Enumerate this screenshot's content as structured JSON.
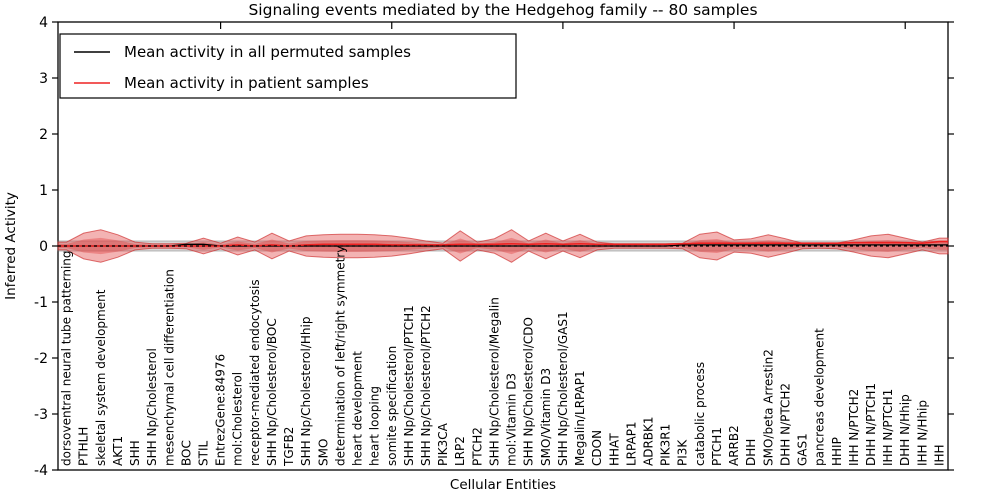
{
  "title": "Signaling events mediated by the Hedgehog family -- 80 samples",
  "axes": {
    "ylabel": "Inferred Activity",
    "xlabel": "Cellular Entities",
    "yticks": [
      4,
      3,
      2,
      1,
      0,
      -1,
      -2,
      -3,
      -4
    ],
    "ylim": [
      -4,
      4
    ],
    "grid": false
  },
  "legend": {
    "position": "upper-left",
    "items": [
      {
        "label": "Mean activity in all permuted samples",
        "color": "#000000"
      },
      {
        "label": "Mean activity in patient samples",
        "color": "#ee2222"
      }
    ]
  },
  "colors": {
    "patient_line": "#ee2222",
    "permuted_line": "#000000",
    "zero_line": "#000000",
    "red_band_fill": "rgba(226,66,66,0.40)",
    "red_band_stroke": "rgba(205,40,40,0.65)",
    "grey_band_fill": "rgba(120,120,120,0.30)",
    "grey_band_stroke": "rgba(100,100,100,0.45)"
  },
  "chart_data": {
    "type": "area",
    "title": "Signaling events mediated by the Hedgehog family -- 80 samples",
    "xlabel": "Cellular Entities",
    "ylabel": "Inferred Activity",
    "ylim": [
      -4,
      4
    ],
    "legend_position": "upper left",
    "categories": [
      "dorsoventral neural tube patterning",
      "PTHLH",
      "skeletal system development",
      "AKT1",
      "SHH",
      "SHH Np/Cholesterol",
      "mesenchymal cell differentiation",
      "BOC",
      "STIL",
      "EntrezGene:84976",
      "mol:Cholesterol",
      "receptor-mediated endocytosis",
      "SHH Np/Cholesterol/BOC",
      "TGFB2",
      "SHH Np/Cholesterol/Hhip",
      "SMO",
      "determination of left/right symmetry",
      "heart development",
      "heart looping",
      "somite specification",
      "SHH Np/Cholesterol/PTCH1",
      "SHH Np/Cholesterol/PTCH2",
      "PIK3CA",
      "LRP2",
      "PTCH2",
      "SHH Np/Cholesterol/Megalin",
      "mol:Vitamin D3",
      "SHH Np/Cholesterol/CDO",
      "SMO/Vitamin D3",
      "SHH Np/Cholesterol/GAS1",
      "Megalin/LRPAP1",
      "CDON",
      "HHAT",
      "LRPAP1",
      "ADRBK1",
      "PIK3R1",
      "PI3K",
      "catabolic process",
      "PTCH1",
      "ARRB2",
      "DHH",
      "SMO/beta Arrestin2",
      "DHH N/PTCH2",
      "GAS1",
      "pancreas development",
      "HHIP",
      "IHH N/PTCH2",
      "DHH N/PTCH1",
      "IHH N/PTCH1",
      "DHH N/Hhip",
      "IHH N/Hhip",
      "IHH"
    ],
    "series": [
      {
        "name": "Mean activity in all permuted samples",
        "color": "#000000",
        "values": [
          0,
          0,
          0,
          0,
          0,
          0,
          0,
          0.03,
          0.03,
          0,
          0,
          0,
          0,
          0,
          0,
          0,
          0,
          0,
          0,
          0,
          0,
          0,
          0,
          0,
          0,
          0,
          0,
          0,
          0,
          0,
          0,
          0,
          0,
          0,
          0,
          0,
          0.02,
          0.02,
          0.02,
          0.02,
          0.02,
          0.02,
          0.02,
          0.02,
          0.02,
          0.02,
          0.02,
          0.02,
          0.02,
          0.02,
          0.02,
          0.02
        ]
      },
      {
        "name": "Mean activity in patient samples",
        "color": "#ee2222",
        "values": [
          0,
          0,
          0,
          0,
          0,
          0,
          0,
          0,
          0,
          0,
          0.02,
          0,
          0.02,
          0,
          0.02,
          0.03,
          0.03,
          0.03,
          0.03,
          0.02,
          0.02,
          0.02,
          0.02,
          0.03,
          0.03,
          0.03,
          0.04,
          0.03,
          0.04,
          0.03,
          0.04,
          0.03,
          0.03,
          0.03,
          0.03,
          0.03,
          0.04,
          0.05,
          0.05,
          0.05,
          0.05,
          0.05,
          0.05,
          0.05,
          0.05,
          0.05,
          0.06,
          0.06,
          0.06,
          0.06,
          0.05,
          0.08
        ]
      }
    ],
    "patient_band_halfwidths": [
      0.07,
      0.23,
      0.29,
      0.2,
      0.07,
      0.04,
      0.04,
      0.05,
      0.14,
      0.05,
      0.16,
      0.07,
      0.23,
      0.09,
      0.18,
      0.2,
      0.21,
      0.21,
      0.2,
      0.18,
      0.14,
      0.09,
      0.05,
      0.27,
      0.07,
      0.13,
      0.29,
      0.09,
      0.23,
      0.09,
      0.21,
      0.07,
      0.04,
      0.04,
      0.04,
      0.04,
      0.05,
      0.21,
      0.25,
      0.11,
      0.13,
      0.2,
      0.13,
      0.05,
      0.04,
      0.05,
      0.11,
      0.18,
      0.21,
      0.14,
      0.07,
      0.14
    ],
    "inner_band_ratio": 0.5,
    "permuted_band_halfwidth": 0.09,
    "zero_line_style": "dashed",
    "x_major_tick_indices": [
      9,
      19,
      29,
      39,
      49
    ]
  }
}
